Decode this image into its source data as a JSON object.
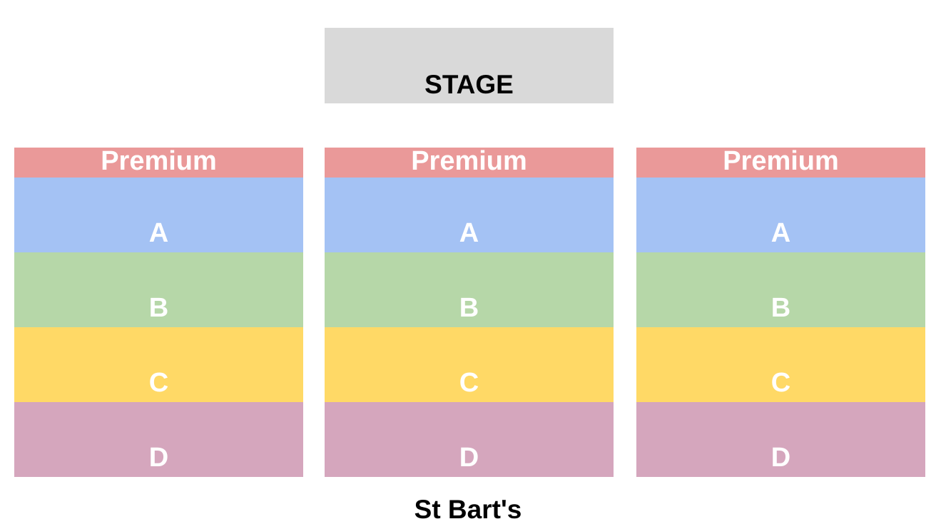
{
  "stage": {
    "label": "STAGE",
    "color": "#d9d9d9",
    "text_color": "#000000"
  },
  "tier_colors": {
    "premium": "#ea9999",
    "a": "#a4c2f4",
    "b": "#b6d7a8",
    "c": "#ffd966",
    "d": "#d5a6bd",
    "label_text": "#ffffff"
  },
  "sections": [
    {
      "tiers": [
        {
          "label": "Premium",
          "key": "premium"
        },
        {
          "label": "A",
          "key": "a"
        },
        {
          "label": "B",
          "key": "b"
        },
        {
          "label": "C",
          "key": "c"
        },
        {
          "label": "D",
          "key": "d"
        }
      ]
    },
    {
      "tiers": [
        {
          "label": "Premium",
          "key": "premium"
        },
        {
          "label": "A",
          "key": "a"
        },
        {
          "label": "B",
          "key": "b"
        },
        {
          "label": "C",
          "key": "c"
        },
        {
          "label": "D",
          "key": "d"
        }
      ]
    },
    {
      "tiers": [
        {
          "label": "Premium",
          "key": "premium"
        },
        {
          "label": "A",
          "key": "a"
        },
        {
          "label": "B",
          "key": "b"
        },
        {
          "label": "C",
          "key": "c"
        },
        {
          "label": "D",
          "key": "d"
        }
      ]
    }
  ],
  "venue": {
    "name": "St Bart's",
    "text_color": "#000000"
  }
}
